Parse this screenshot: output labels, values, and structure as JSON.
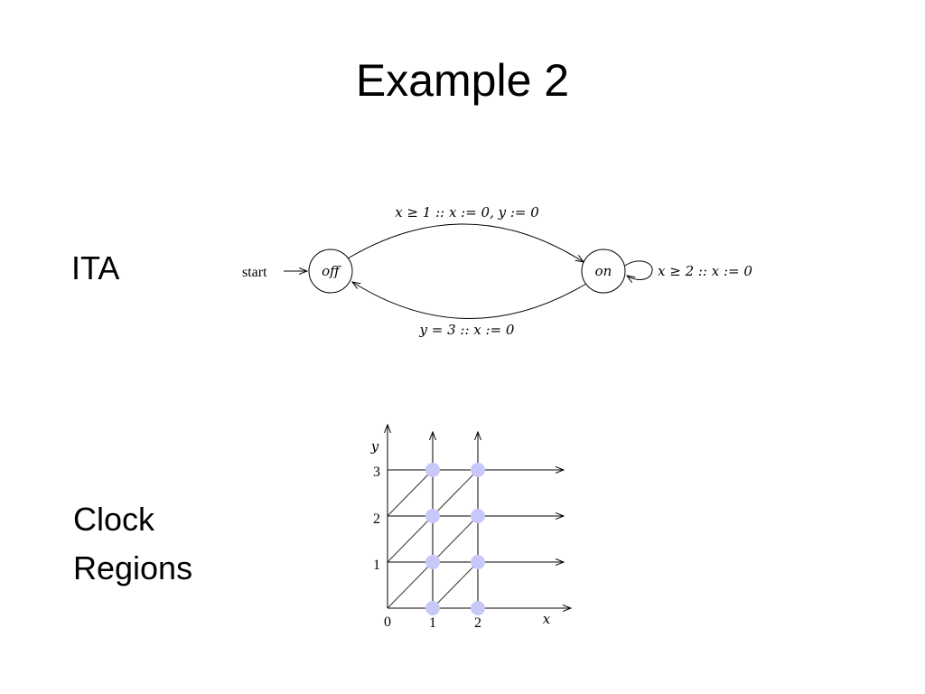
{
  "slide": {
    "title": "Example 2"
  },
  "sections": {
    "ita_label": "ITA",
    "clock_label_line1": "Clock",
    "clock_label_line2": "Regions"
  },
  "automaton": {
    "start_label": "start",
    "states": {
      "off": "off",
      "on": "on"
    },
    "edges": {
      "off_to_on": "x ≥ 1 :: x := 0, y := 0",
      "on_to_off": "y = 3 :: x := 0",
      "on_self_loop": "x ≥ 2 :: x := 0"
    }
  },
  "clock_regions": {
    "x_axis_label": "x",
    "y_axis_label": "y",
    "origin_label": "0",
    "x_ticks": [
      "1",
      "2"
    ],
    "y_ticks": [
      "1",
      "2",
      "3"
    ],
    "x_integer_values": [
      1,
      2
    ],
    "y_integer_values": [
      1,
      2,
      3
    ],
    "point_color": "#c8c8f8",
    "corner_points": [
      [
        1,
        0
      ],
      [
        2,
        0
      ],
      [
        1,
        1
      ],
      [
        2,
        1
      ],
      [
        1,
        2
      ],
      [
        2,
        2
      ],
      [
        1,
        3
      ],
      [
        2,
        3
      ]
    ]
  }
}
